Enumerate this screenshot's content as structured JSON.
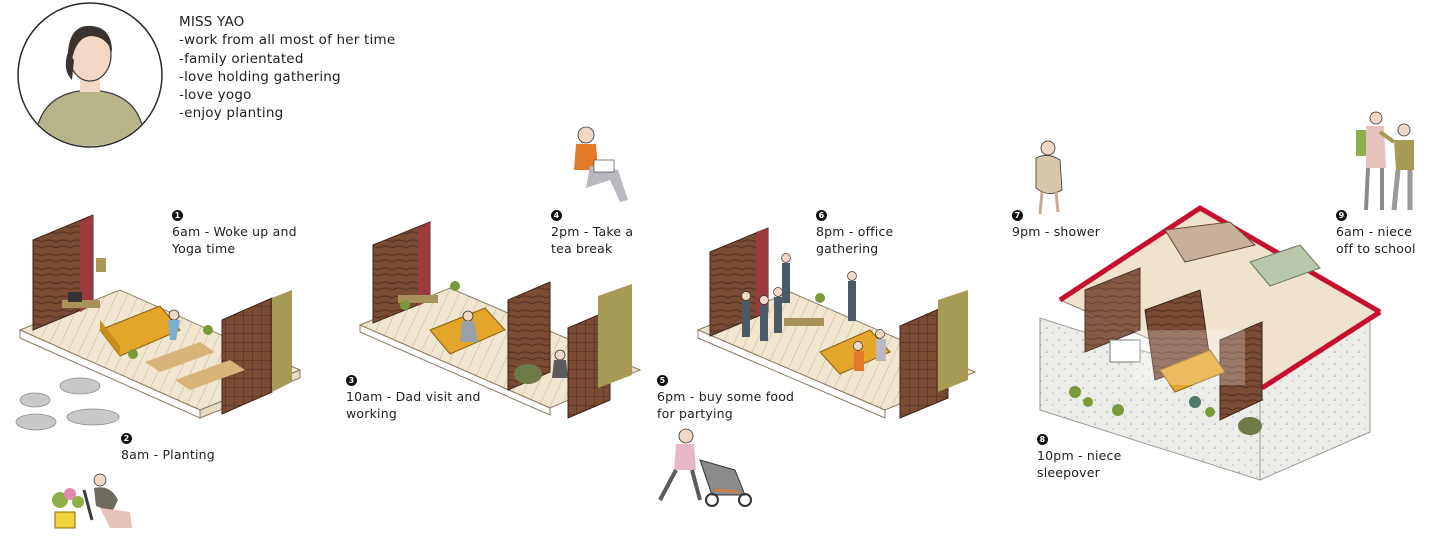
{
  "persona": {
    "name": "MISS YAO",
    "traits": [
      "-work from all most of her time",
      "-family orientated",
      "-love holding gathering",
      "-love yogo",
      "-enjoy planting"
    ]
  },
  "schedule": [
    {
      "number": "1",
      "lines": [
        "6am - Woke up and",
        "Yoga time"
      ]
    },
    {
      "number": "2",
      "lines": [
        "8am - Planting"
      ]
    },
    {
      "number": "3",
      "lines": [
        "10am - Dad visit and",
        "working"
      ]
    },
    {
      "number": "4",
      "lines": [
        "2pm - Take a",
        "tea break"
      ]
    },
    {
      "number": "5",
      "lines": [
        "6pm - buy some food",
        "for partying"
      ]
    },
    {
      "number": "6",
      "lines": [
        "8pm - office",
        "gathering"
      ]
    },
    {
      "number": "7",
      "lines": [
        "9pm - shower"
      ]
    },
    {
      "number": "8",
      "lines": [
        "10pm - niece",
        "sleepover"
      ]
    },
    {
      "number": "9",
      "lines": [
        "6am - niece",
        "off to school"
      ]
    }
  ],
  "colors": {
    "floor": "#efe3cc",
    "wood_dark": "#6b4330",
    "wood_mid": "#8a5a3c",
    "sofa": "#e3a62a",
    "olive": "#a69a55",
    "roof_red": "#c8102e",
    "concrete": "#e9e9e6",
    "plant": "#7a9a3a"
  }
}
